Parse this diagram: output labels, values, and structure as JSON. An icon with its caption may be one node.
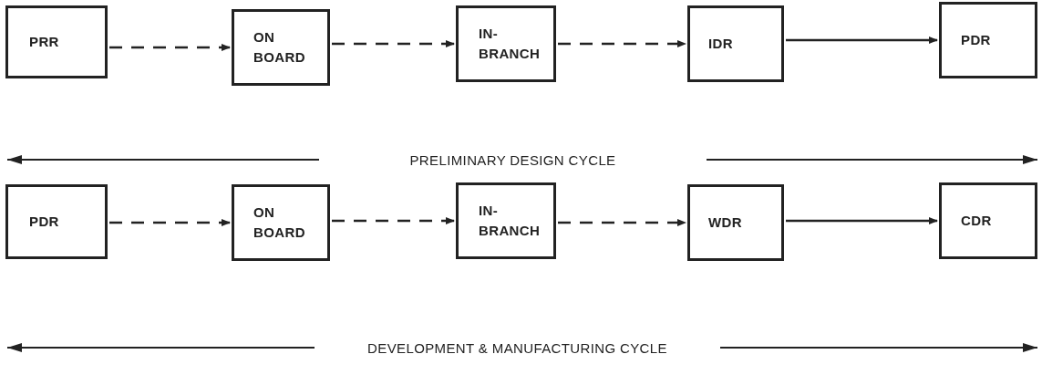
{
  "diagram": {
    "nodes": [
      {
        "text": [
          "PRR"
        ]
      },
      {
        "text": [
          "ON BOARD"
        ]
      },
      {
        "text": [
          "IN- BRANCH"
        ]
      },
      {
        "text": [
          "IDR"
        ]
      },
      {
        "text": [
          "PDR"
        ]
      },
      {
        "text": [
          "PDR"
        ]
      },
      {
        "text": [
          "ON BOARD"
        ]
      },
      {
        "text": [
          "IN- BRANCH"
        ]
      },
      {
        "text": [
          "WDR"
        ]
      },
      {
        "text": [
          "CDR"
        ]
      }
    ],
    "edges": [
      {
        "from": 0,
        "to": 1,
        "arrow": "to",
        "style": "dashed"
      },
      {
        "from": 1,
        "to": 2,
        "arrow": "to",
        "style": "dashed"
      },
      {
        "from": 2,
        "to": 3,
        "arrow": "to",
        "style": "dashed"
      },
      {
        "from": 3,
        "to": 4,
        "arrow": "to"
      },
      {
        "from": 5,
        "to": 6,
        "arrow": "to",
        "style": "dashed"
      },
      {
        "from": 6,
        "to": 7,
        "arrow": "to",
        "style": "dashed"
      },
      {
        "from": 7,
        "to": 8,
        "arrow": "to",
        "style": "dashed"
      },
      {
        "from": 8,
        "to": 9,
        "arrow": "to"
      }
    ],
    "labels": [
      "PRELIMINARY DESIGN CYCLE",
      "DEVELOPMENT & MANUFACTURING CYCLE"
    ]
  }
}
